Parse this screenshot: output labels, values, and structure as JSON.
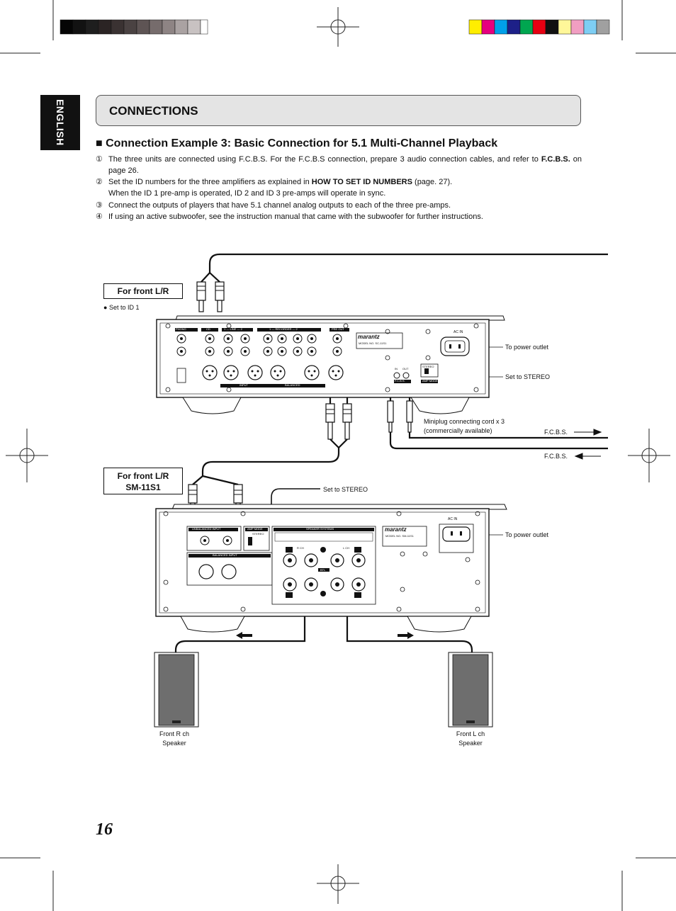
{
  "side_tab": "ENGLISH",
  "section_title": "CONNECTIONS",
  "heading": "■ Connection Example 3: Basic Connection for 5.1 Multi-Channel Playback",
  "steps": [
    {
      "num": "①",
      "text_a": "The three units are connected using F.C.B.S. For the F.C.B.S connection, prepare 3 audio connection cables, and refer to",
      "bold": "F.C.B.S.",
      "text_b": " on page 26."
    },
    {
      "num": "②",
      "text_a": "Set the ID numbers for the three amplifiers as explained in ",
      "bold": "HOW TO SET ID NUMBERS",
      "text_b": " (page. 27).",
      "text_c": "When the ID 1 pre-amp is operated, ID 2 and ID 3 pre-amps will operate in sync."
    },
    {
      "num": "③",
      "text": "Connect the outputs of players that have 5.1 channel analog outputs to each of the three pre-amps."
    },
    {
      "num": "④",
      "text": "If using an active subwoofer, see the instruction manual that came with the subwoofer for further instructions."
    }
  ],
  "diagram": {
    "box_front_lr": "For front L/R",
    "set_to_id": "Set to ID 1",
    "to_power_outlet_1": "To power outlet",
    "set_to_stereo_1": "Set to STEREO",
    "miniplug_1": "Miniplug connecting cord x 3",
    "miniplug_2": "(commercially available)",
    "fcbs_out": "F.C.B.S.",
    "fcbs_in": "F.C.B.S.",
    "box_front_lr_sm_1": "For front L/R",
    "box_front_lr_sm_2": "SM-11S1",
    "set_to_stereo_2": "Set to STEREO",
    "to_power_outlet_2": "To power outlet",
    "speaker_r_1": "Front R ch",
    "speaker_r_2": "Speaker",
    "speaker_l_1": "Front L ch",
    "speaker_l_2": "Speaker",
    "preamp_brand": "marantz",
    "preamp_model": "MODEL NO.  SC-11S1",
    "amp_brand": "marantz",
    "amp_model": "MODEL NO.  SM-11S1",
    "preamp_labels": {
      "phono": "PHONO",
      "cd": "CD",
      "line": "1 — LINE — 2",
      "recorder": "1 — RECORDER — 2",
      "preout": "PRE OUT",
      "ac_in": "AC IN",
      "input": "INPUT",
      "balanced": "BALANCED",
      "in": "IN",
      "out": "OUT",
      "fcbs": "F.C.B.S.",
      "stereo": "STEREO",
      "amp_mode": "AMP MODE"
    },
    "amp_labels": {
      "unbalanced_input": "UNBALANCED INPUT",
      "amp_mode": "AMP MODE",
      "speaker_systems": "SPEAKER SYSTEMS",
      "balanced_input": "BALANCED INPUT",
      "ac_in": "AC IN",
      "rch": "R CH",
      "lch": "L CH",
      "btl": "BTL",
      "stereo": "STEREO"
    }
  },
  "page_number": "16",
  "colors": {
    "section_bg": "#e4e4e4",
    "tab_bg": "#111111"
  }
}
